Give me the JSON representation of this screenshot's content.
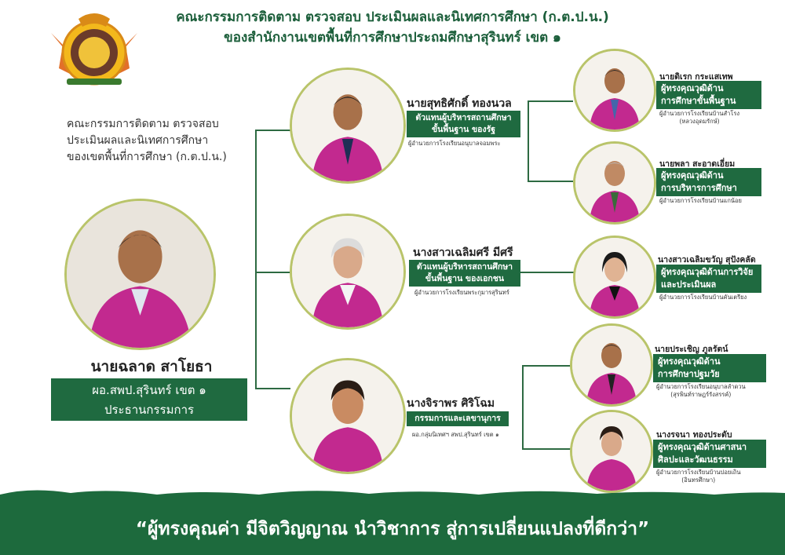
{
  "header": {
    "line1": "คณะกรรมการติดตาม ตรวจสอบ ประเมินผลและนิเทศการศึกษา (ก.ต.ป.น.)",
    "line2": "ของสำนักงานเขตพื้นที่การศึกษาประถมศึกษาสุรินทร์ เขต ๑"
  },
  "subtitle": {
    "line1": "คณะกรรมการติดตาม ตรวจสอบ",
    "line2": "ประเมินผลและนิเทศการศึกษา",
    "line3": "ของเขตพื้นที่การศึกษา (ก.ต.ป.น.)"
  },
  "chair": {
    "name": "นายฉลาด สาโยธา",
    "role1": "ผอ.สพป.สุรินทร์ เขต ๑",
    "role2": "ประธานกรรมการ"
  },
  "middle": [
    {
      "name": "นายสุทธิศักดิ์ ทองนวล",
      "role1": "ตัวแทนผู้บริหารสถานศึกษา",
      "role2": "ขั้นพื้นฐาน ของรัฐ",
      "note": "ผู้อำนวยการโรงเรียนอนุบาลจอมพระ"
    },
    {
      "name": "นางสาวเฉลิมศรี มีศรี",
      "role1": "ตัวแทนผู้บริหารสถานศึกษา",
      "role2": "ขั้นพื้นฐาน ของเอกชน",
      "note": "ผู้อำนวยการโรงเรียนพระกุมารสุรินทร์"
    },
    {
      "name": "นางจิราพร ศิริโฉม",
      "role1": "กรรมการและเลขานุการ",
      "role2": "",
      "note": "ผอ.กลุ่มนิเทศฯ สพป.สุรินทร์ เขต ๑"
    }
  ],
  "right": [
    {
      "name": "นายดิเรก กระแสเทพ",
      "role1": "ผู้ทรงคุณวุฒิด้าน",
      "role2": "การศึกษาขั้นพื้นฐาน",
      "note1": "ผู้อำนวยการโรงเรียนบ้านสำโรง",
      "note2": "(หลวงอุดมรักษ์)"
    },
    {
      "name": "นายพลา สะอาดเอี่ยม",
      "role1": "ผู้ทรงคุณวุฒิด้าน",
      "role2": "การบริหารการศึกษา",
      "note1": "ผู้อำนวยการโรงเรียนบ้านแกน้อย",
      "note2": ""
    },
    {
      "name": "นางสาวเฉลิมขวัญ สุปังคลัด",
      "role1": "ผู้ทรงคุณวุฒิด้านการวิจัย",
      "role2": "และประเมินผล",
      "note1": "ผู้อำนวยการโรงเรียนบ้านคันเตรียง",
      "note2": ""
    },
    {
      "name": "นายประเชิญ ภูลรัตน์",
      "role1": "ผู้ทรงคุณวุฒิด้าน",
      "role2": "การศึกษาปฐมวัย",
      "note1": "ผู้อำนวยการโรงเรียนอนุบาลลำดวน",
      "note2": "(สุรพินท์ราษฎร์รังสรรค์)"
    },
    {
      "name": "นางรจนา ทองประดับ",
      "role1": "ผู้ทรงคุณวุฒิด้านศาสนา",
      "role2": "ศิลปะและวัฒนธรรม",
      "note1": "ผู้อำนวยการโรงเรียนบ้านปอยเถิน",
      "note2": "(อินทรศึกษา)"
    }
  ],
  "footer": {
    "slogan": "“ผู้ทรงคุณค่า มีจิตวิญญาณ นำวิชาการ สู่การเปลี่ยนแปลงที่ดีกว่า”"
  },
  "colors": {
    "green": "#1f6a40",
    "pink": "#c2298f",
    "gold": "#b9c46a"
  }
}
